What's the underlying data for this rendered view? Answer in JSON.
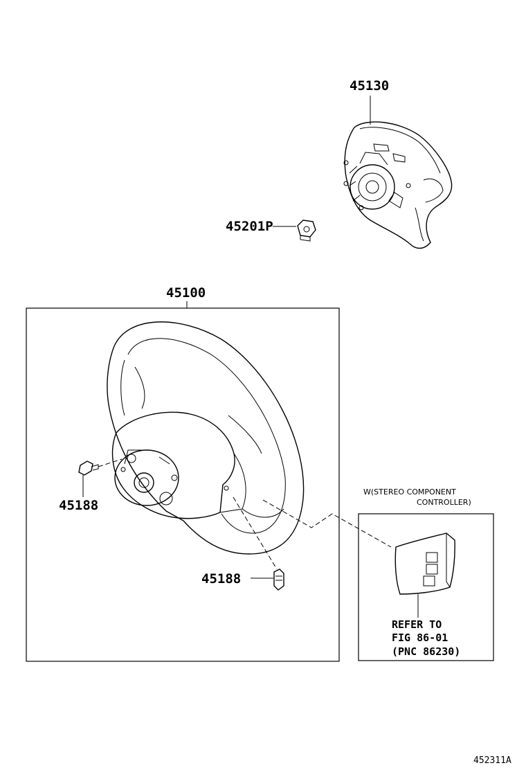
{
  "parts": {
    "horn_pad": "45130",
    "nut": "45201P",
    "steering_wheel": "45100",
    "screw_left": "45188",
    "screw_bottom": "45188"
  },
  "variant_note": {
    "line1": "W(STEREO COMPONENT",
    "line2": "CONTROLLER)"
  },
  "reference": {
    "line1": "REFER TO",
    "line2": "FIG 86-01",
    "line3": "(PNC 86230)"
  },
  "figure_id": "452311A"
}
